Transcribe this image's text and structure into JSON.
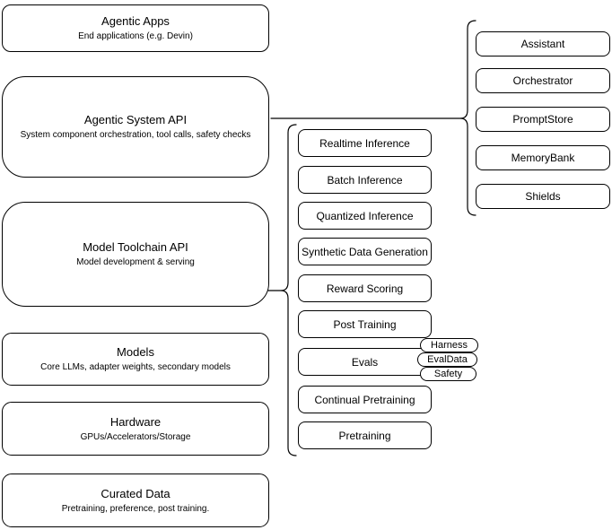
{
  "diagram": {
    "background": "#ffffff",
    "stroke_color": "#000000",
    "text_color": "#000000",
    "left_column": {
      "boxes": [
        {
          "title": "Agentic Apps",
          "subtitle": "End applications (e.g. Devin)"
        },
        {
          "title": "Agentic System API",
          "subtitle": "System component orchestration, tool calls, safety checks"
        },
        {
          "title": "Model Toolchain API",
          "subtitle": "Model development & serving"
        },
        {
          "title": "Models",
          "subtitle": "Core LLMs, adapter weights, secondary models"
        },
        {
          "title": "Hardware",
          "subtitle": "GPUs/Accelerators/Storage"
        },
        {
          "title": "Curated Data",
          "subtitle": "Pretraining, preference, post training."
        }
      ]
    },
    "middle_column": {
      "boxes": [
        {
          "label": "Realtime Inference"
        },
        {
          "label": "Batch Inference"
        },
        {
          "label": "Quantized Inference"
        },
        {
          "label": "Synthetic Data Generation"
        },
        {
          "label": "Reward Scoring"
        },
        {
          "label": "Post Training"
        },
        {
          "label": "Evals"
        },
        {
          "label": "Continual Pretraining"
        },
        {
          "label": "Pretraining"
        }
      ]
    },
    "right_column": {
      "boxes": [
        {
          "label": "Assistant"
        },
        {
          "label": "Orchestrator"
        },
        {
          "label": "PromptStore"
        },
        {
          "label": "MemoryBank"
        },
        {
          "label": "Shields"
        }
      ]
    },
    "eval_tags": [
      {
        "label": "Harness"
      },
      {
        "label": "EvalData"
      },
      {
        "label": "Safety"
      }
    ]
  }
}
